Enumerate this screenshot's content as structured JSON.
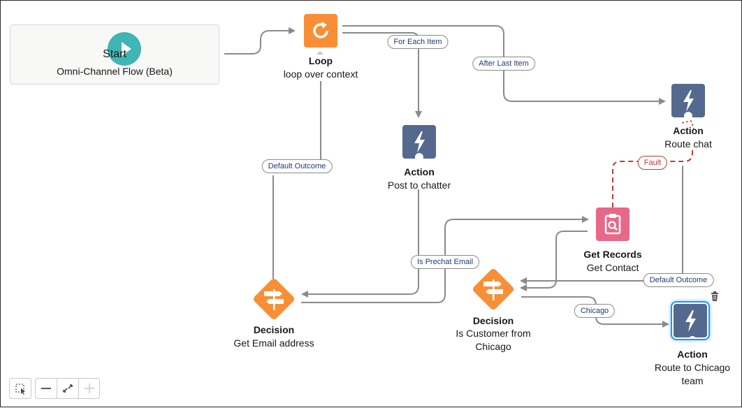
{
  "start": {
    "title": "Start",
    "subtitle": "Omni-Channel Flow (Beta)"
  },
  "loop": {
    "title": "Loop",
    "subtitle": "loop over context"
  },
  "action_post": {
    "title": "Action",
    "subtitle": "Post to chatter"
  },
  "action_route_chat": {
    "title": "Action",
    "subtitle": "Route chat"
  },
  "get_records": {
    "title": "Get Records",
    "subtitle": "Get Contact"
  },
  "decision_email": {
    "title": "Decision",
    "subtitle": "Get Email address"
  },
  "decision_customer": {
    "title": "Decision",
    "subtitle": "Is Customer from Chicago"
  },
  "action_route_chicago": {
    "title": "Action",
    "subtitle": "Route to Chicago team"
  },
  "connectors": {
    "for_each_item": "For Each Item",
    "after_last_item": "After Last Item",
    "default_outcome_1": "Default Outcome",
    "fault": "Fault",
    "is_prechat_email": "Is Prechat Email",
    "default_outcome_2": "Default Outcome",
    "chicago": "Chicago"
  },
  "colors": {
    "start": "#3fb5b4",
    "loop": "#f88f36",
    "action": "#54698d",
    "records": "#e8688a",
    "decision": "#f88f36",
    "connector": "#8a8a8a",
    "fault": "#c23934",
    "selection": "#1b96ff"
  },
  "icons": {
    "start": "play-icon",
    "loop": "loop-icon",
    "action": "lightning-icon",
    "records": "clipboard-search-icon",
    "decision": "signpost-icon",
    "delete": "trash-icon"
  },
  "toolbar": [
    "select-elements-icon",
    "zoom-out-icon",
    "fit-view-icon",
    "zoom-in-icon"
  ]
}
